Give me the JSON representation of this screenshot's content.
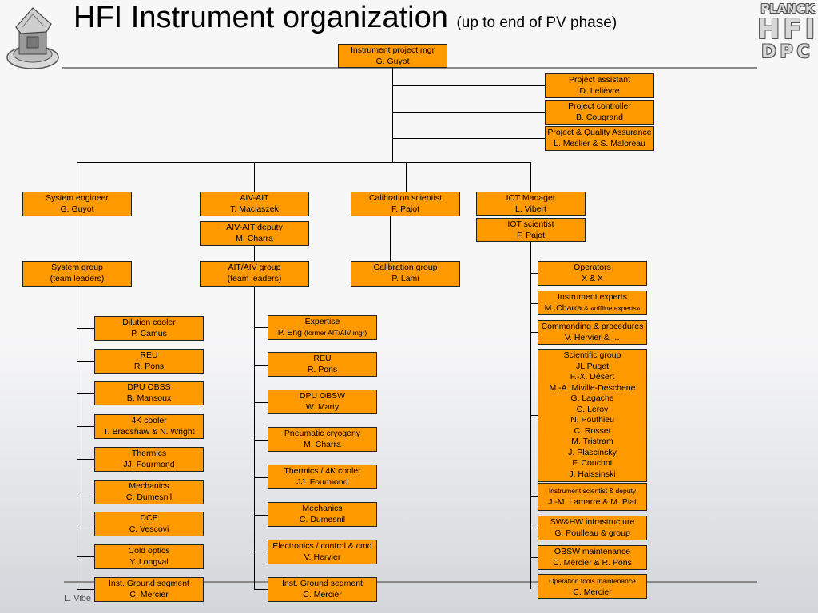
{
  "title": {
    "main": "HFI Instrument organization",
    "sub": "(up to end of PV phase)"
  },
  "logo": {
    "line1": "PLANCK",
    "line2": "HFI",
    "line3": "DPC"
  },
  "footer": "L. Vibe",
  "top": {
    "mgr": {
      "title": "Instrument project mgr",
      "person": "G. Guyot"
    },
    "assistant": {
      "title": "Project assistant",
      "person": "D. Lelièvre"
    },
    "controller": {
      "title": "Project controller",
      "person": "B. Cougrand"
    },
    "qa": {
      "title": "Project & Quality Assurance",
      "person": "L. Meslier & S. Maloreau"
    }
  },
  "system": {
    "engineer": {
      "title": "System engineer",
      "person": "G. Guyot"
    },
    "group": {
      "title": "System group",
      "person": "(team leaders)"
    },
    "items": [
      {
        "title": "Dilution cooler",
        "person": "P. Camus"
      },
      {
        "title": "REU",
        "person": "R. Pons"
      },
      {
        "title": "DPU OBSS",
        "person": "B. Mansoux"
      },
      {
        "title": "4K cooler",
        "person": "T. Bradshaw & N. Wright"
      },
      {
        "title": "Thermics",
        "person": "JJ. Fourmond"
      },
      {
        "title": "Mechanics",
        "person": "C. Dumesnil"
      },
      {
        "title": "DCE",
        "person": "C. Vescovi"
      },
      {
        "title": "Cold optics",
        "person": "Y. Longval"
      },
      {
        "title": "Inst. Ground segment",
        "person": "C. Mercier"
      }
    ]
  },
  "aiv": {
    "lead": {
      "title": "AIV-AIT",
      "person": "T. Maciaszek"
    },
    "deputy": {
      "title": "AIV-AIT deputy",
      "person": "M. Charra"
    },
    "group": {
      "title": "AIT/AIV group",
      "person": "(team leaders)"
    },
    "expertise": {
      "title": "Expertise",
      "person": "P. Eng",
      "note": "(former AIT/AIV mgr)"
    },
    "items": [
      {
        "title": "REU",
        "person": "R. Pons"
      },
      {
        "title": "DPU OBSW",
        "person": "W. Marty"
      },
      {
        "title": "Pneumatic cryogeny",
        "person": "M. Charra"
      },
      {
        "title": "Thermics / 4K cooler",
        "person": "JJ. Fourmond"
      },
      {
        "title": "Mechanics",
        "person": "C. Dumesnil"
      },
      {
        "title": "Electronics / control & cmd",
        "person": "V. Hervier"
      },
      {
        "title": "Inst. Ground segment",
        "person": "C. Mercier"
      }
    ]
  },
  "calib": {
    "scientist": {
      "title": "Calibration scientist",
      "person": "F. Pajot"
    },
    "group": {
      "title": "Calibration group",
      "person": "P. Lami"
    }
  },
  "iot": {
    "manager": {
      "title": "IOT Manager",
      "person": "L. Vibert"
    },
    "scientist": {
      "title": "IOT scientist",
      "person": "F. Pajot"
    },
    "operators": {
      "title": "Operators",
      "person": "X & X"
    },
    "experts": {
      "title": "Instrument experts",
      "person": "M. Charra",
      "note": "& «offline experts»"
    },
    "commanding": {
      "title": "Commanding & procedures",
      "person": "V. Hervier & …"
    },
    "scientific": {
      "title": "Scientific group",
      "members": [
        "JL Puget",
        "F.-X. Désert",
        "M.-A. Miville-Deschene",
        "G. Lagache",
        "C. Leroy",
        "N. Pouthieu",
        "C. Rosset",
        "M. Tristram",
        "J. Plascinsky",
        "F. Couchot",
        "J. Haissinski"
      ]
    },
    "inst_sci": {
      "title": "Instrument scientist & deputy",
      "person": "J.-M. Lamarre & M. Piat"
    },
    "swhw": {
      "title": "SW&HW infrastructure",
      "person": "G. Poulleau & group"
    },
    "obsw": {
      "title": "OBSW maintenance",
      "person": "C. Mercier & R. Pons"
    },
    "optools": {
      "title": "Operation tools maintenance",
      "person": "C. Mercier"
    }
  }
}
